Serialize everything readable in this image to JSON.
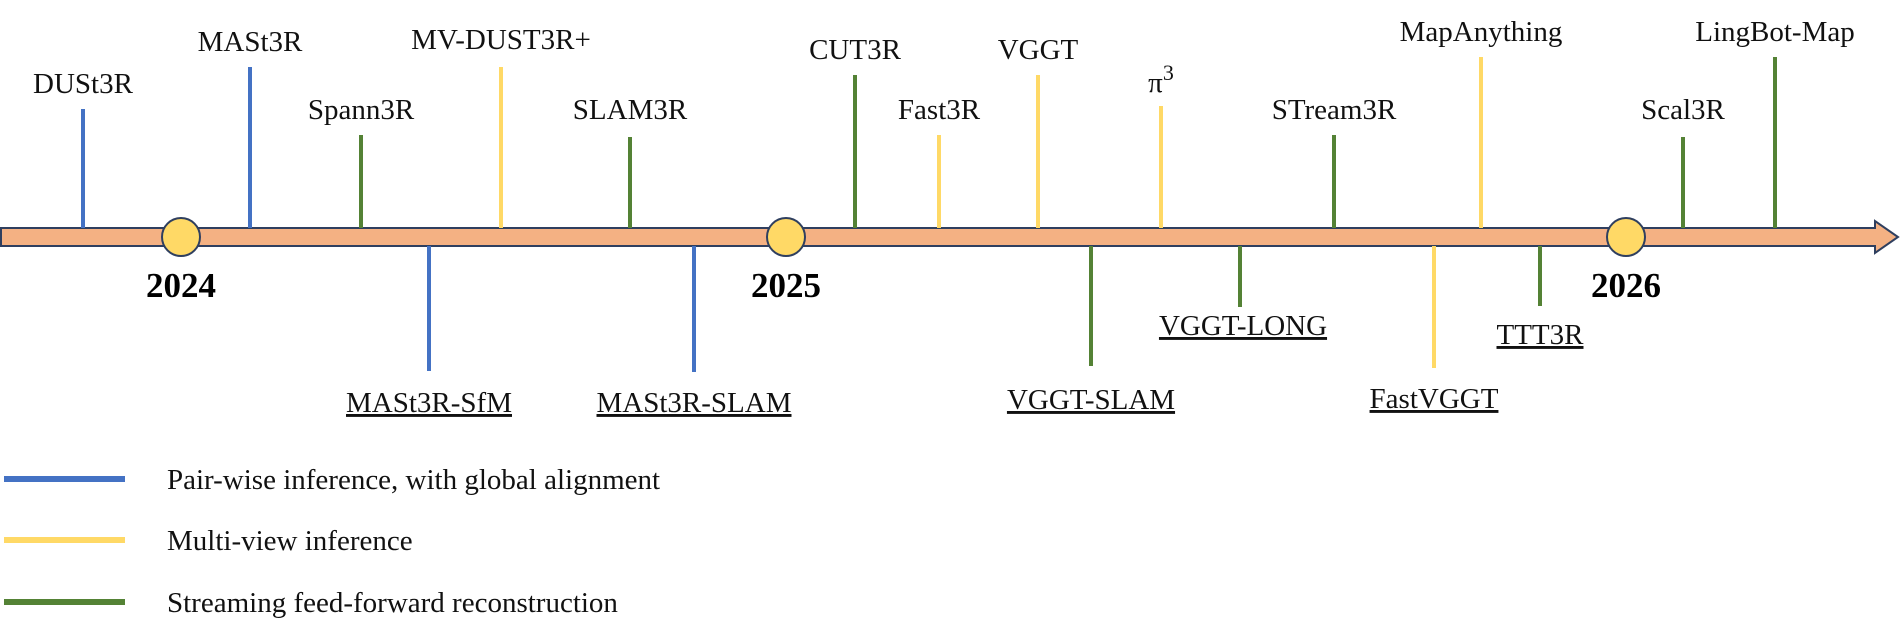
{
  "colors": {
    "pairwise": "#4472C4",
    "multiview": "#FFD966",
    "streaming": "#548235",
    "axis_fill": "#F4B183",
    "axis_stroke": "#2F3F5F",
    "year_marker": "#FFD966"
  },
  "years": [
    {
      "id": "y2024",
      "label": "2024"
    },
    {
      "id": "y2025",
      "label": "2025"
    },
    {
      "id": "y2026",
      "label": "2026"
    }
  ],
  "methods": [
    {
      "id": "dust3r",
      "name": "DUSt3R",
      "category": "pairwise",
      "underlined": false
    },
    {
      "id": "mast3r",
      "name": "MASt3R",
      "category": "pairwise",
      "underlined": false
    },
    {
      "id": "spann3r",
      "name": "Spann3R",
      "category": "streaming",
      "underlined": false
    },
    {
      "id": "mast3r-sfm",
      "name": "MASt3R-SfM",
      "category": "pairwise",
      "underlined": true
    },
    {
      "id": "mv-dust3r",
      "name": "MV-DUST3R+",
      "category": "multiview",
      "underlined": false
    },
    {
      "id": "slam3r",
      "name": "SLAM3R",
      "category": "streaming",
      "underlined": false
    },
    {
      "id": "mast3r-slam",
      "name": "MASt3R-SLAM",
      "category": "pairwise",
      "underlined": true
    },
    {
      "id": "cut3r",
      "name": "CUT3R",
      "category": "streaming",
      "underlined": false
    },
    {
      "id": "fast3r",
      "name": "Fast3R",
      "category": "multiview",
      "underlined": false
    },
    {
      "id": "vggt",
      "name": "VGGT",
      "category": "multiview",
      "underlined": false
    },
    {
      "id": "vggt-slam",
      "name": "VGGT-SLAM",
      "category": "streaming",
      "underlined": true
    },
    {
      "id": "pi3",
      "name": "π",
      "superscript": "3",
      "category": "multiview",
      "underlined": false
    },
    {
      "id": "vggt-long",
      "name": "VGGT-LONG",
      "category": "streaming",
      "underlined": true
    },
    {
      "id": "stream3r",
      "name": "STream3R",
      "category": "streaming",
      "underlined": false
    },
    {
      "id": "fastvggt",
      "name": "FastVGGT",
      "category": "multiview",
      "underlined": true
    },
    {
      "id": "mapanything",
      "name": "MapAnything",
      "category": "multiview",
      "underlined": false
    },
    {
      "id": "ttt3r",
      "name": "TTT3R",
      "category": "streaming",
      "underlined": true
    },
    {
      "id": "scal3r",
      "name": "Scal3R",
      "category": "streaming",
      "underlined": false
    },
    {
      "id": "lingbot-map",
      "name": "LingBot-Map",
      "category": "streaming",
      "underlined": false
    }
  ],
  "legend": [
    {
      "category": "pairwise",
      "label": "Pair-wise inference, with global alignment"
    },
    {
      "category": "multiview",
      "label": "Multi-view inference"
    },
    {
      "category": "streaming",
      "label": "Streaming feed-forward reconstruction"
    }
  ]
}
